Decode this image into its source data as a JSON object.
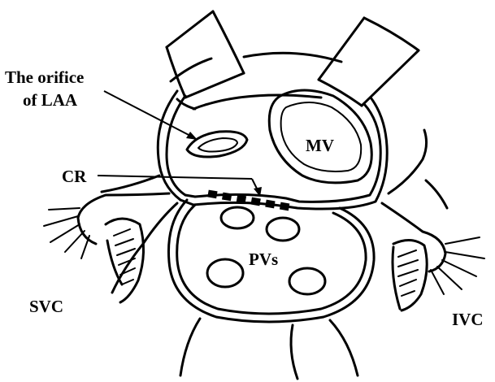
{
  "labels": {
    "laa_line1": "The orifice",
    "laa_line2": "of LAA",
    "cr": "CR",
    "mv": "MV",
    "pvs": "PVs",
    "svc": "SVC",
    "ivc": "IVC"
  },
  "colors": {
    "ink": "#000000",
    "background": "#ffffff"
  }
}
